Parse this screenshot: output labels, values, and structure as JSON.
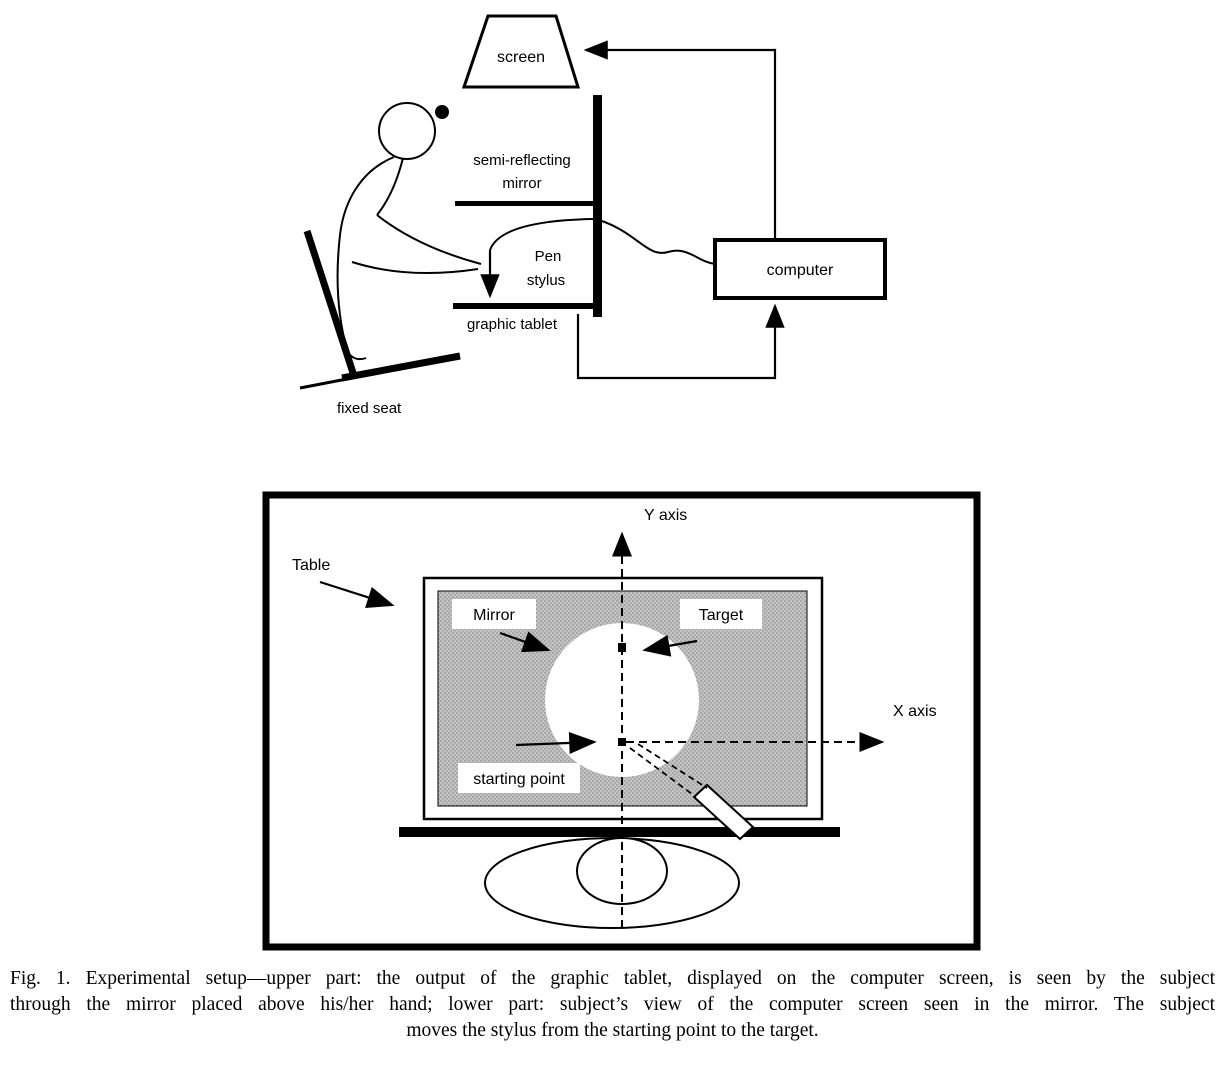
{
  "upper": {
    "screen_label": "screen",
    "mirror_label_line1": "semi-reflecting",
    "mirror_label_line2": "mirror",
    "pen_label_line1": "Pen",
    "pen_label_line2": "stylus",
    "tablet_label": "graphic tablet",
    "computer_label": "computer",
    "seat_label": "fixed seat"
  },
  "lower": {
    "table_label": "Table",
    "y_axis_label": "Y axis",
    "x_axis_label": "X axis",
    "mirror_label": "Mirror",
    "target_label": "Target",
    "starting_point_label": "starting point"
  },
  "caption": {
    "line1": "Fig. 1. Experimental setup—upper part: the output of the graphic tablet, displayed on the computer screen, is seen by the subject",
    "line2": "through the mirror placed above his/her hand; lower part: subject’s view of the computer screen seen in the mirror. The subject",
    "line3": "moves the stylus from the starting point to the target."
  },
  "colors": {
    "ink": "#000000",
    "screen_stipple_gray": "#bdbdbd",
    "background": "#ffffff"
  }
}
